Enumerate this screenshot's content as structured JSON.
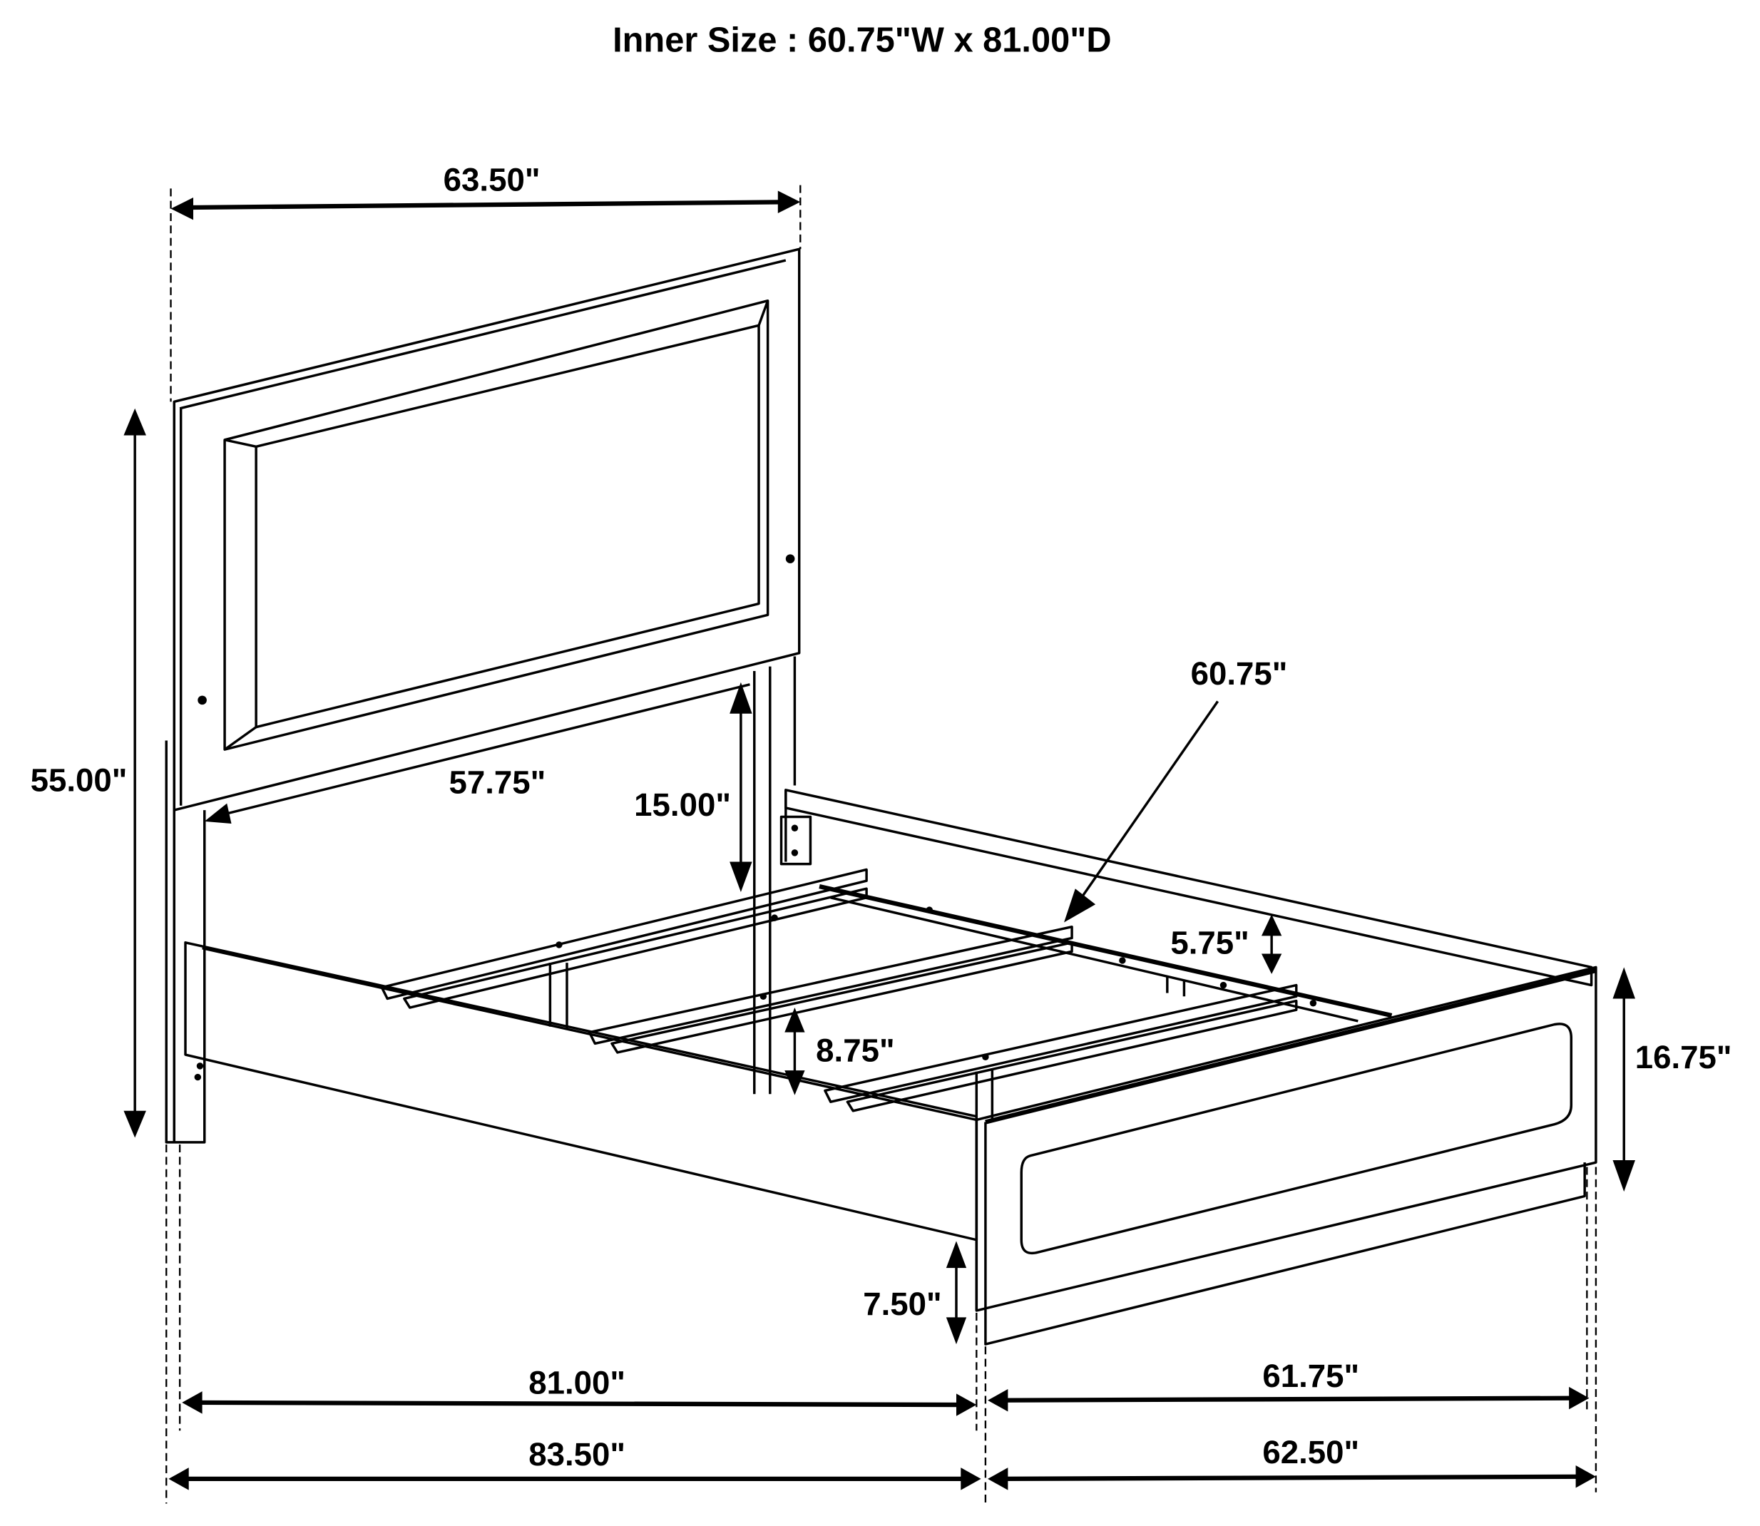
{
  "title": "Inner Size : 60.75\"W x 81.00\"D",
  "subject": "Bed frame dimension drawing",
  "dimensions": {
    "headboard_width": "63.50\"",
    "headboard_height": "55.00\"",
    "headboard_panel_width": "57.75\"",
    "headboard_clearance": "15.00\"",
    "slat_width": "60.75\"",
    "rail_to_slat": "5.75\"",
    "side_rail_clearance": "8.75\"",
    "footboard_height": "16.75\"",
    "footboard_clearance": "7.50\"",
    "inner_length": "81.00\"",
    "footboard_inner_width": "61.75\"",
    "overall_length": "83.50\"",
    "overall_width": "62.50\""
  },
  "colors": {
    "line": "#000000",
    "background": "#ffffff"
  }
}
